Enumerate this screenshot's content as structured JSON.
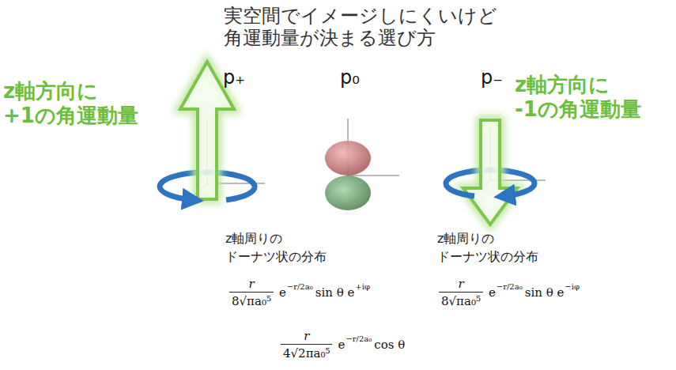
{
  "diagram": {
    "title": "実空間でイメージしにくいけど 角運動量が決まる選び方",
    "labels": [
      "p₊",
      "z軸方向に +1の角運動量",
      "p₀",
      "p₋",
      "z軸方向に -1の角運動量",
      "z軸周りの ドーナツ状の分布",
      "z軸周りの ドーナツ状の分布",
      "r",
      "8√πa₀⁵",
      "e",
      "−r/2a₀",
      "sin θ e",
      "+iφ",
      "r",
      "8√πa₀⁵",
      "e",
      "−r/2a₀",
      "sin θ e",
      "−iφ",
      "r",
      "4√2πa₀⁵",
      "e",
      "−r/2a₀",
      "cos θ"
    ]
  }
}
